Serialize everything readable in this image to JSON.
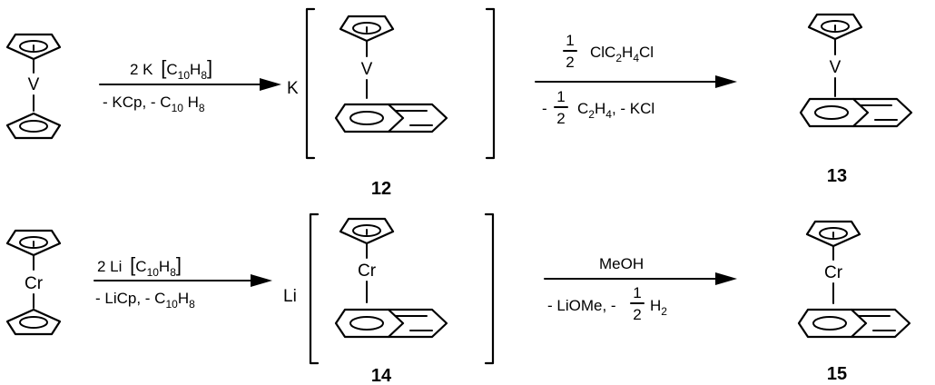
{
  "row1": {
    "reactant_metal": "V",
    "step1": {
      "above_coef": "2 K",
      "above_formula_C": "C",
      "above_formula_sub1": "10",
      "above_formula_H": "H",
      "above_formula_sub2": "8",
      "below_1": "- KCp, - C",
      "below_sub1": "10",
      "below_H": " H",
      "below_sub2": "8"
    },
    "intermediate": {
      "counterion": "K",
      "metal": "V",
      "number": "12"
    },
    "step2": {
      "above_frac_num": "1",
      "above_frac_den": "2",
      "above_1": "ClC",
      "above_sub1": "2",
      "above_H": "H",
      "above_sub2": "4",
      "above_2": "Cl",
      "below_minus": "-",
      "below_frac_num": "1",
      "below_frac_den": "2",
      "below_1": "C",
      "below_sub1": "2",
      "below_H": "H",
      "below_sub2": "4",
      "below_2": ", - KCl"
    },
    "product": {
      "metal": "V",
      "number": "13"
    }
  },
  "row2": {
    "reactant_metal": "Cr",
    "step1": {
      "above_coef": "2 Li",
      "above_formula_C": "C",
      "above_formula_sub1": "10",
      "above_formula_H": "H",
      "above_formula_sub2": "8",
      "below_1": "- LiCp, - C",
      "below_sub1": "10",
      "below_H": "H",
      "below_sub2": "8"
    },
    "intermediate": {
      "counterion": "Li",
      "metal": "Cr",
      "number": "14"
    },
    "step2": {
      "above": "MeOH",
      "below_1": "- LiOMe, -",
      "below_frac_num": "1",
      "below_frac_den": "2",
      "below_H": "H",
      "below_sub": "2"
    },
    "product": {
      "metal": "Cr",
      "number": "15"
    }
  }
}
